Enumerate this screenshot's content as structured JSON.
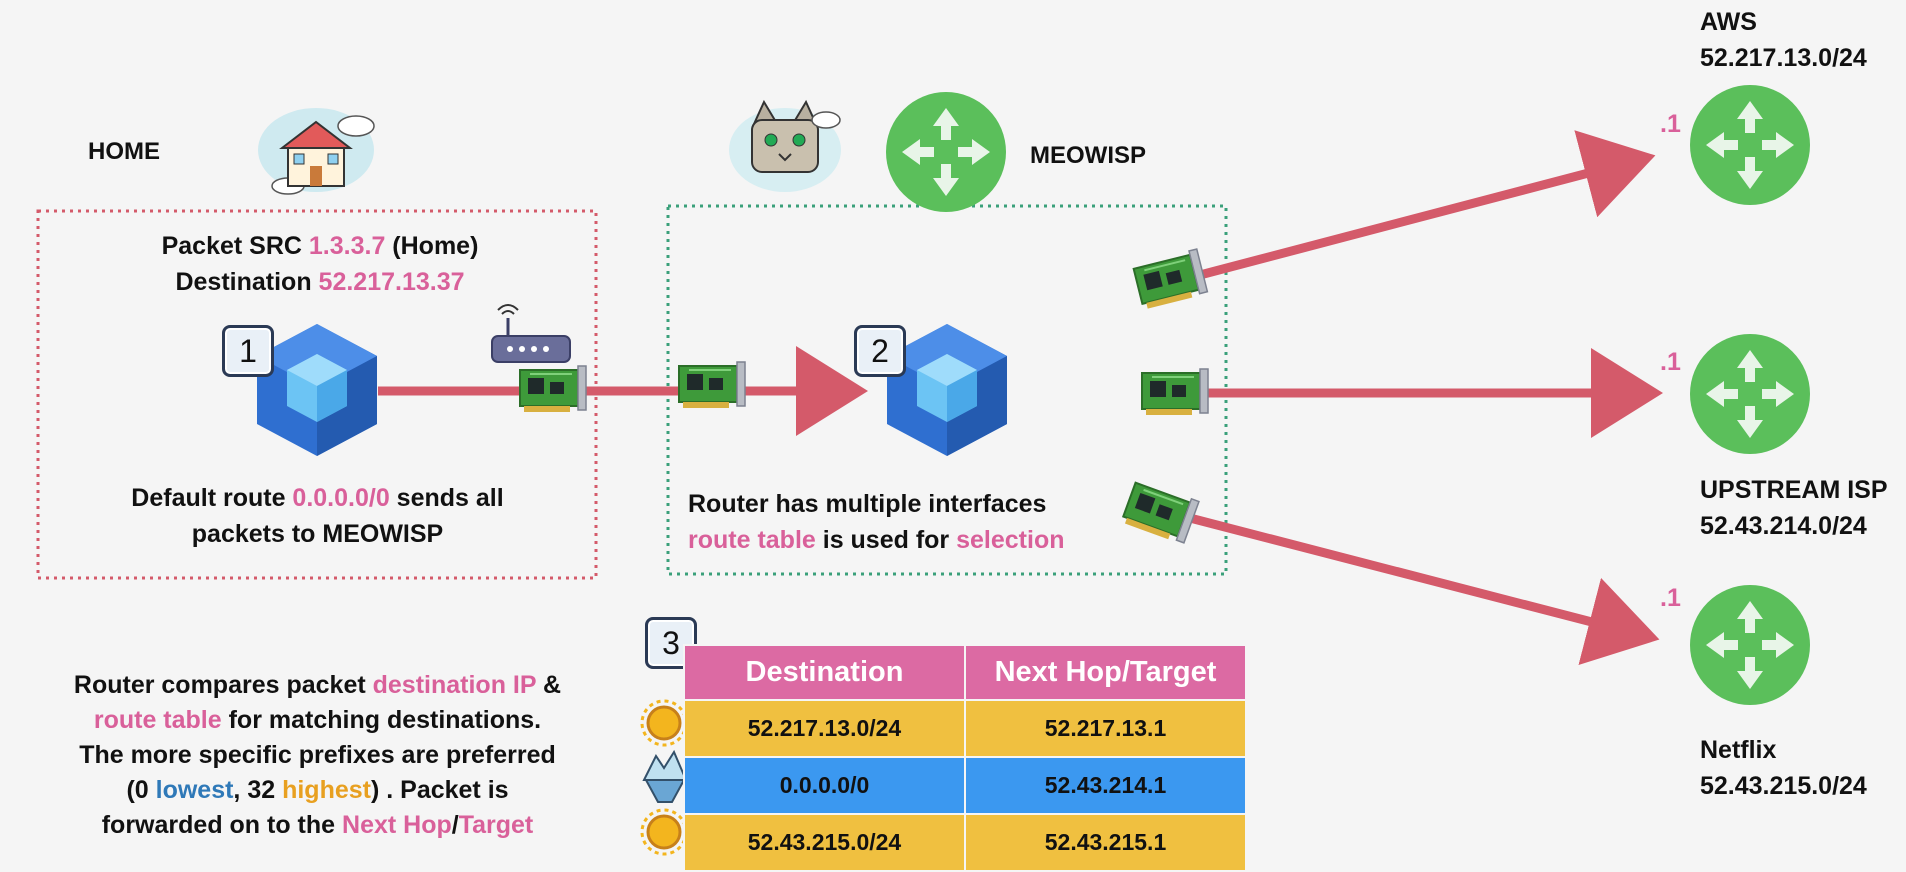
{
  "home": {
    "title": "HOME",
    "src_prefix": "Packet SRC ",
    "src_ip": "1.3.3.7",
    "src_suffix": " (Home)",
    "dst_prefix": "Destination ",
    "dst_ip": "52.217.13.37",
    "badge": "1",
    "route_a": "Default route ",
    "route_ip": "0.0.0.0/0",
    "route_b": " sends all",
    "route_line2": "packets to MEOWISP"
  },
  "meowisp": {
    "title": "MEOWISP",
    "badge": "2",
    "line1": "Router has multiple interfaces",
    "route_table": "route table",
    "used_for": " is used for ",
    "selection": "selection"
  },
  "destinations": {
    "aws": {
      "name": "AWS",
      "cidr": "52.217.13.0/24",
      "host": ".1"
    },
    "upstream": {
      "name": "UPSTREAM ISP",
      "cidr": "52.43.214.0/24",
      "host": ".1"
    },
    "netflix": {
      "name": "Netflix",
      "cidr": "52.43.215.0/24",
      "host": ".1"
    }
  },
  "explanation": {
    "l1a": "Router compares packet ",
    "l1b": "destination IP",
    "l1c": " &",
    "l2a": "route table",
    "l2b": " for matching destinations.",
    "l3": "The more specific prefixes are preferred",
    "l4a": "(0 ",
    "l4b": "lowest",
    "l4c": ", 32 ",
    "l4d": "highest",
    "l4e": ") . Packet is",
    "l5a": "forwarded on to the ",
    "l5b": "Next Hop",
    "l5c": "/",
    "l5d": "Target"
  },
  "route_table": {
    "badge": "3",
    "headers": [
      "Destination",
      "Next Hop/Target"
    ],
    "rows": [
      {
        "destination": "52.217.13.0/24",
        "next_hop": "52.217.13.1",
        "icon": "sun-icon"
      },
      {
        "destination": "0.0.0.0/0",
        "next_hop": "52.43.214.1",
        "icon": "iceberg-icon"
      },
      {
        "destination": "52.43.215.0/24",
        "next_hop": "52.43.215.1",
        "icon": "sun-icon"
      }
    ]
  },
  "colors": {
    "accent_pink": "#d9609a",
    "arrow": "#d45a6a",
    "router": "#5bbf5b",
    "table_header": "#dc6aa3",
    "row_yellow": "#f0c040",
    "row_blue": "#3b98f0"
  }
}
